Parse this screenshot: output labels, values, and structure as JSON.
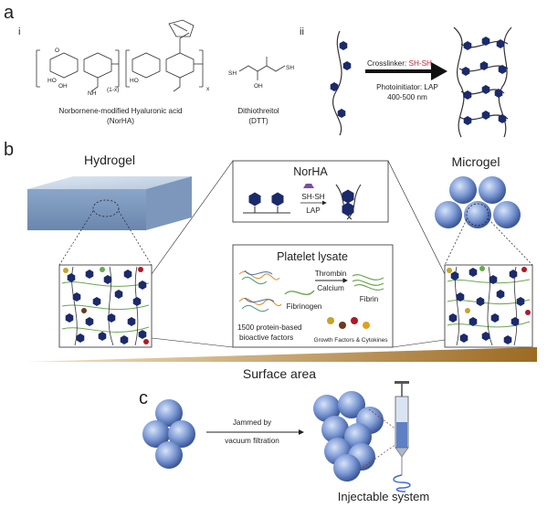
{
  "panel_a": {
    "letter": "a",
    "sub_i": "i",
    "sub_ii": "ii",
    "norha_name": "Norbornene-modified Hyaluronic acid",
    "norha_abbr": "(NorHA)",
    "dtt_name": "Dithiothreitol",
    "dtt_abbr": "(DTT)",
    "crosslinker_prefix": "Crosslinker: ",
    "crosslinker_value": "SH-SH",
    "photoinitiator": "Photoinitiator: LAP",
    "wavelength": "400-500 nm",
    "chem_labels": {
      "ho": "HO",
      "oh": "OH",
      "o": "O",
      "ho2": "HO",
      "nh": "NH",
      "x": "x",
      "one_minus_x": "(1-x)",
      "sh": "SH",
      "sh2": "SH",
      "oh2": "OH"
    }
  },
  "panel_b": {
    "letter": "b",
    "hydrogel": "Hydrogel",
    "microgel": "Microgel",
    "norha_title": "NorHA",
    "norha_crosslinker": "SH-SH",
    "norha_initiator": "LAP",
    "lysate_title": "Platelet lysate",
    "thrombin": "Thrombin",
    "calcium": "Calcium",
    "fibrinogen": "Fibrinogen",
    "fibrin": "Fibrin",
    "protein_line1": "1500 protein-based",
    "protein_line2": "bioactive factors",
    "growth": "Growth Factors & Cytokines",
    "surface_area": "Surface area"
  },
  "panel_c": {
    "letter": "c",
    "jammed_line1": "Jammed by",
    "jammed_line2": "vacuum filtration",
    "injectable": "Injectable system"
  },
  "colors": {
    "accent_red": "#c0243a",
    "polymer_blue": "#1b2a6b",
    "fibrin_green": "#6aa84f",
    "gradient_brown": "#a06a1f",
    "sphere_blue": "#6f8fcf",
    "hydrogel_blue": "#9eb8d8"
  }
}
